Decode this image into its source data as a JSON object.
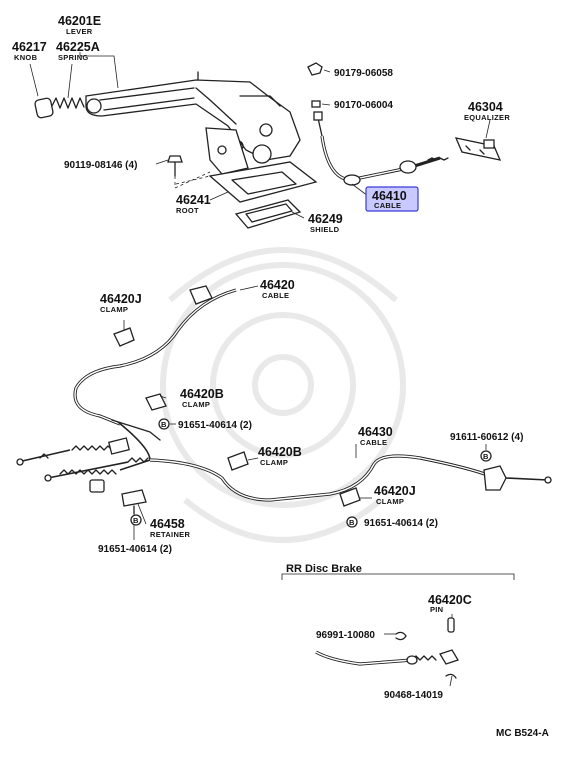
{
  "callouts": [
    {
      "id": "c46201E",
      "number": "46201E",
      "name": "LEVER"
    },
    {
      "id": "c46217",
      "number": "46217",
      "name": "KNOB"
    },
    {
      "id": "c46225A",
      "number": "46225A",
      "name": "SPRING"
    },
    {
      "id": "c90179",
      "number": "90179-06058",
      "name": ""
    },
    {
      "id": "c90170",
      "number": "90170-06004",
      "name": ""
    },
    {
      "id": "c46304",
      "number": "46304",
      "name": "EQUALIZER"
    },
    {
      "id": "c90119",
      "number": "90119-08146 (4)",
      "name": ""
    },
    {
      "id": "c46410",
      "number": "46410",
      "name": "CABLE",
      "highlighted": true
    },
    {
      "id": "c46241",
      "number": "46241",
      "name": "ROOT"
    },
    {
      "id": "c46249",
      "number": "46249",
      "name": "SHIELD"
    },
    {
      "id": "c46420",
      "number": "46420",
      "name": "CABLE"
    },
    {
      "id": "c46420J1",
      "number": "46420J",
      "name": "CLAMP"
    },
    {
      "id": "c46420B1",
      "number": "46420B",
      "name": "CLAMP"
    },
    {
      "id": "c91651a",
      "number": "91651-40614 (2)",
      "name": "",
      "marker": "B"
    },
    {
      "id": "c46430",
      "number": "46430",
      "name": "CABLE"
    },
    {
      "id": "c91611",
      "number": "91611-60612 (4)",
      "name": ""
    },
    {
      "id": "c46420B2",
      "number": "46420B",
      "name": "CLAMP"
    },
    {
      "id": "c46420J2",
      "number": "46420J",
      "name": "CLAMP"
    },
    {
      "id": "c91651b",
      "number": "91651-40614 (2)",
      "name": "",
      "marker": "B"
    },
    {
      "id": "c46458",
      "number": "46458",
      "name": "RETAINER"
    },
    {
      "id": "c91651c",
      "number": "91651-40614 (2)",
      "name": ""
    },
    {
      "id": "c46420C",
      "number": "46420C",
      "name": "PIN"
    },
    {
      "id": "c96991",
      "number": "96991-10080",
      "name": ""
    },
    {
      "id": "c90468",
      "number": "90468-14019",
      "name": ""
    }
  ],
  "markers": {
    "b": "B"
  },
  "section": {
    "title": "RR Disc Brake"
  },
  "footer": {
    "code": "MC B524-A"
  },
  "colors": {
    "line": "#222222",
    "highlight_fill": "#c9c9ff",
    "highlight_stroke": "#3b3bd6",
    "watermark": "#e9e9e9"
  }
}
